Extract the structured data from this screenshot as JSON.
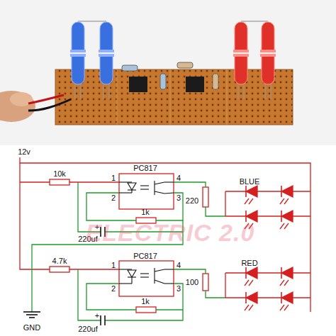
{
  "diagram": {
    "labels": [
      "12v",
      "10k",
      "PC817",
      "1",
      "4",
      "2",
      "3",
      "220",
      "BLUE",
      "1k",
      "+",
      "220uf",
      "ELECTRIC 2.0",
      "4.7k",
      "PC817",
      "1",
      "4",
      "2",
      "3",
      "100",
      "RED",
      "1k",
      "+",
      "220uf",
      "GND"
    ]
  }
}
